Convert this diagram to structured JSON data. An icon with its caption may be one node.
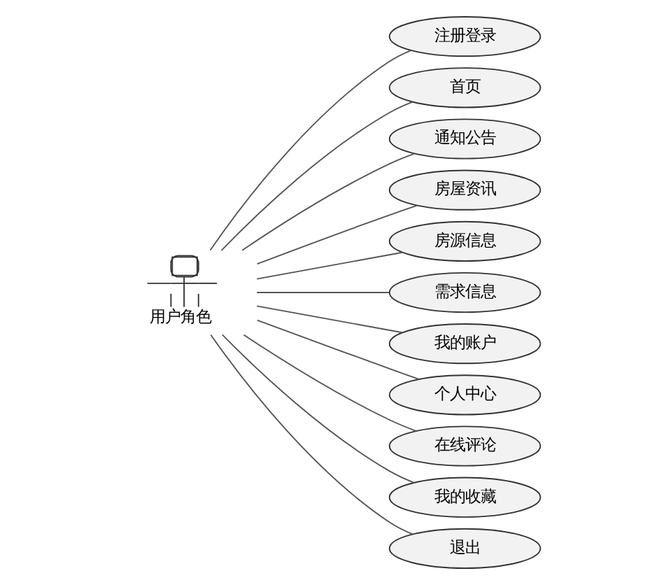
{
  "diagram": {
    "nodes": [
      {
        "text": [
          "用户角色"
        ]
      },
      {
        "text": [
          "注册登录"
        ]
      },
      {
        "text": [
          "首页"
        ]
      },
      {
        "text": [
          "通知公告"
        ]
      },
      {
        "text": [
          "房屋资讯"
        ]
      },
      {
        "text": [
          "房源信息"
        ]
      },
      {
        "text": [
          "需求信息"
        ]
      },
      {
        "text": [
          "我的账户"
        ]
      },
      {
        "text": [
          "个人中心"
        ]
      },
      {
        "text": [
          "在线评论"
        ]
      },
      {
        "text": [
          "我的收藏"
        ]
      },
      {
        "text": [
          "退出"
        ]
      }
    ],
    "edges": [
      {
        "from": 0,
        "to": 1,
        "arrow": "none"
      },
      {
        "from": 0,
        "to": 2,
        "arrow": "none"
      },
      {
        "from": 0,
        "to": 3,
        "arrow": "none"
      },
      {
        "from": 0,
        "to": 4,
        "arrow": "none"
      },
      {
        "from": 0,
        "to": 5,
        "arrow": "none"
      },
      {
        "from": 0,
        "to": 6,
        "arrow": "none"
      },
      {
        "from": 0,
        "to": 7,
        "arrow": "none"
      },
      {
        "from": 0,
        "to": 8,
        "arrow": "none"
      },
      {
        "from": 0,
        "to": 9,
        "arrow": "none"
      },
      {
        "from": 0,
        "to": 10,
        "arrow": "none"
      },
      {
        "from": 0,
        "to": 11,
        "arrow": "none"
      }
    ]
  }
}
